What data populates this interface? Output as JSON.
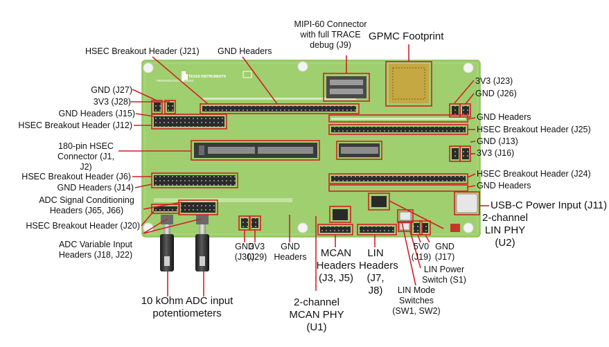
{
  "board": {
    "silkscreen_brand": "TEXAS INSTRUMENTS",
    "silkscreen_part": "TMDSHSECDOCK-AM263",
    "colors": {
      "pcb": "#9fcf6e",
      "pcb_edge": "#8bbf58",
      "callout": "#d21f26",
      "header": "#2b2b2b",
      "pin": "#8a8a8a"
    }
  },
  "labels": {
    "mipi": "MIPI-60 Connector\nwith full TRACE\ndebug (J9)",
    "gpmc": "GPMC Footprint",
    "j21": "HSEC Breakout Header (J21)",
    "gnd_top": "GND Headers",
    "j27": "GND (J27)",
    "j28": "3V3 (J28)",
    "j15": "GND Headers (J15)",
    "j12": "HSEC Breakout Header (J12)",
    "hsec180": "180-pin HSEC\nConnector (J1, J2)",
    "j6": "HSEC Breakout Header (J6)",
    "j14": "GND Headers (J14)",
    "adc_cond": "ADC Signal Conditioning\nHeaders (J65, J66)",
    "j20": "HSEC Breakout Header (J20)",
    "adc_var": "ADC Variable Input\nHeaders (J18, J22)",
    "pots": "10 kOhm ADC input\npotentiometers",
    "j30": "GND\n(J30)",
    "j29": "3V3\n(J29)",
    "gnd_bottom": "GND\nHeaders",
    "mcan_headers": "MCAN\nHeaders\n(J3, J5)",
    "mcan_phy": "2-channel\nMCAN PHY\n(U1)",
    "lin_headers": "LIN\nHeaders\n(J7, J8)",
    "lin_mode": "LIN Mode\nSwitches\n(SW1, SW2)",
    "lin_power": "LIN Power\nSwitch (S1)",
    "j19": "5V0\n(J19)",
    "j17": "GND\n(J17)",
    "lin_phy": "2-channel\nLIN PHY\n(U2)",
    "j11": "USB-C Power Input (J11)",
    "j23": "3V3 (J23)",
    "j26": "GND (J26)",
    "gnd_right1": "GND Headers",
    "j25": "HSEC Breakout Header (J25)",
    "j13": "GND (J13)",
    "j16": "3V3 (J16)",
    "j24": "HSEC Breakout Header (J24)",
    "gnd_right2": "GND Headers"
  }
}
